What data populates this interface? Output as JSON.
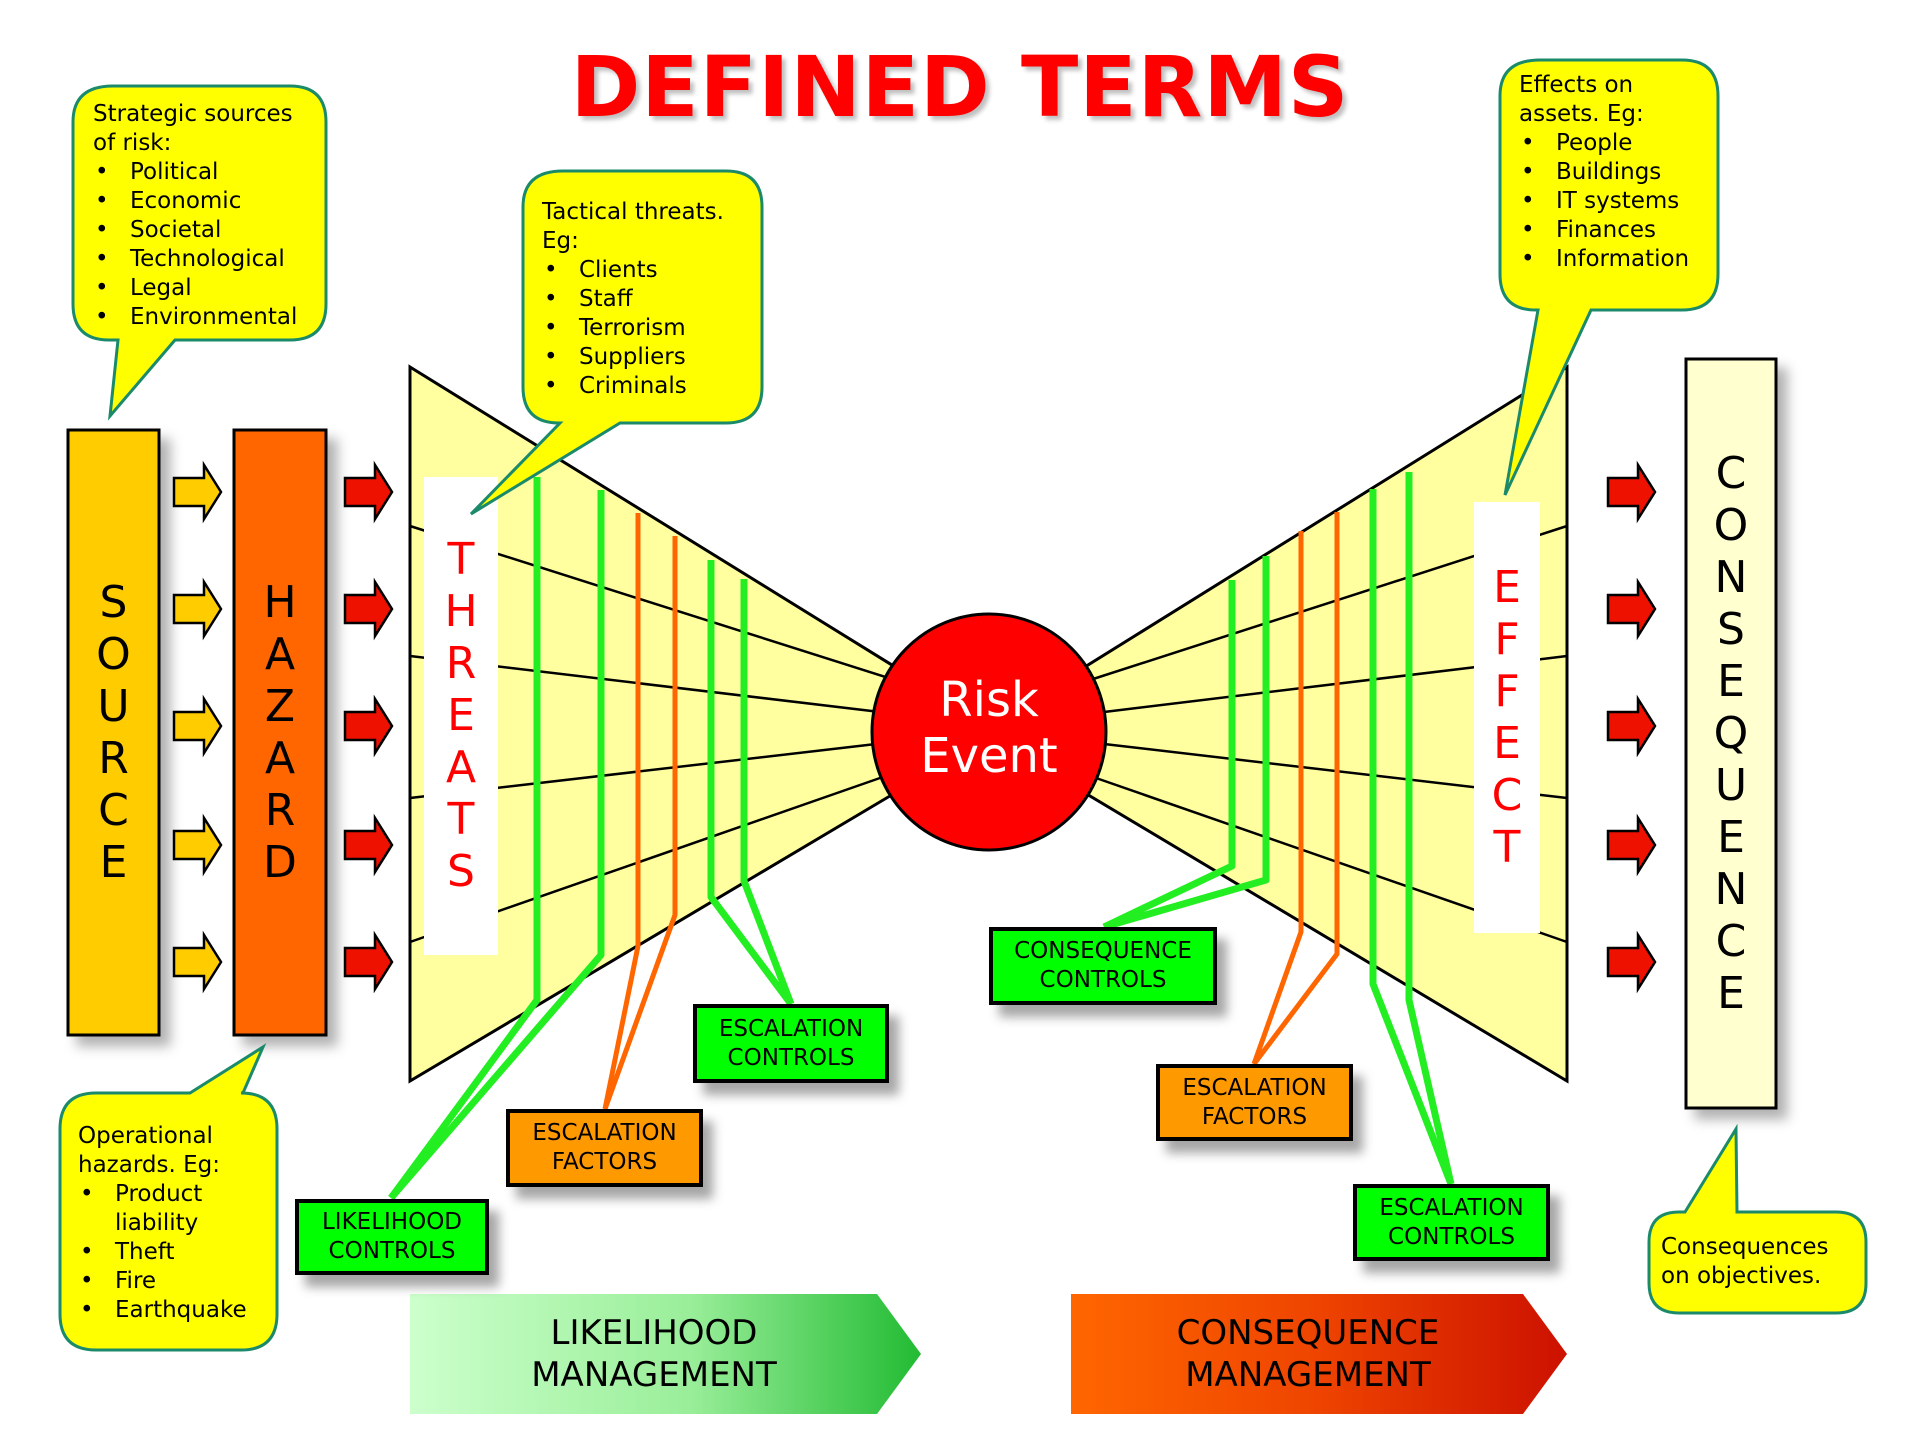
{
  "title": "DEFINED TERMS",
  "colors": {
    "title": "#ff0000",
    "bubble_fill": "#ffff00",
    "bubble_border": "#1a8a6a",
    "source_fill": "#ffcc00",
    "hazard_fill": "#ff6600",
    "yellow_arrow": "#ffcc00",
    "red_arrow": "#ee1100",
    "bowtie_fill": "#ffffa0",
    "risk_event": "#ff0000",
    "green_control": "#00ff00",
    "orange_factor": "#ff6600",
    "consequence_fill": "#ffffd0",
    "label_red": "#ff0000"
  },
  "bubbles": {
    "strategic": {
      "heading_lines": [
        "Strategic sources",
        "of risk:"
      ],
      "items": [
        "Political",
        "Economic",
        "Societal",
        "Technological",
        "Legal",
        "Environmental"
      ]
    },
    "tactical": {
      "heading_lines": [
        "Tactical threats.",
        "Eg:"
      ],
      "items": [
        "Clients",
        "Staff",
        "Terrorism",
        "Suppliers",
        "Criminals"
      ]
    },
    "effects": {
      "heading_lines": [
        "Effects on",
        "assets. Eg:"
      ],
      "items": [
        "People",
        "Buildings",
        "IT systems",
        "Finances",
        "Information"
      ]
    },
    "operational": {
      "heading_lines": [
        "Operational",
        "hazards. Eg:"
      ],
      "items": [
        "Product liability",
        "Theft",
        "Fire",
        "Earthquake"
      ]
    },
    "consequences": {
      "heading_lines": [
        "Consequences",
        "on objectives."
      ]
    }
  },
  "columns": {
    "source": "SOURCE",
    "hazard": "HAZARD",
    "threats": "THREATS",
    "effect": "EFFECT",
    "consequence": "CONSEQUENCE"
  },
  "risk_event": {
    "line1": "Risk",
    "line2": "Event"
  },
  "boxes": {
    "likelihood_controls": {
      "line1": "LIKELIHOOD",
      "line2": "CONTROLS"
    },
    "escalation_factors_left": {
      "line1": "ESCALATION",
      "line2": "FACTORS"
    },
    "escalation_controls_left": {
      "line1": "ESCALATION",
      "line2": "CONTROLS"
    },
    "consequence_controls": {
      "line1": "CONSEQUENCE",
      "line2": "CONTROLS"
    },
    "escalation_factors_right": {
      "line1": "ESCALATION",
      "line2": "FACTORS"
    },
    "escalation_controls_right": {
      "line1": "ESCALATION",
      "line2": "CONTROLS"
    }
  },
  "management": {
    "likelihood": {
      "line1": "LIKELIHOOD",
      "line2": "MANAGEMENT"
    },
    "consequence": {
      "line1": "CONSEQUENCE",
      "line2": "MANAGEMENT"
    }
  },
  "arrow_rows": 5
}
